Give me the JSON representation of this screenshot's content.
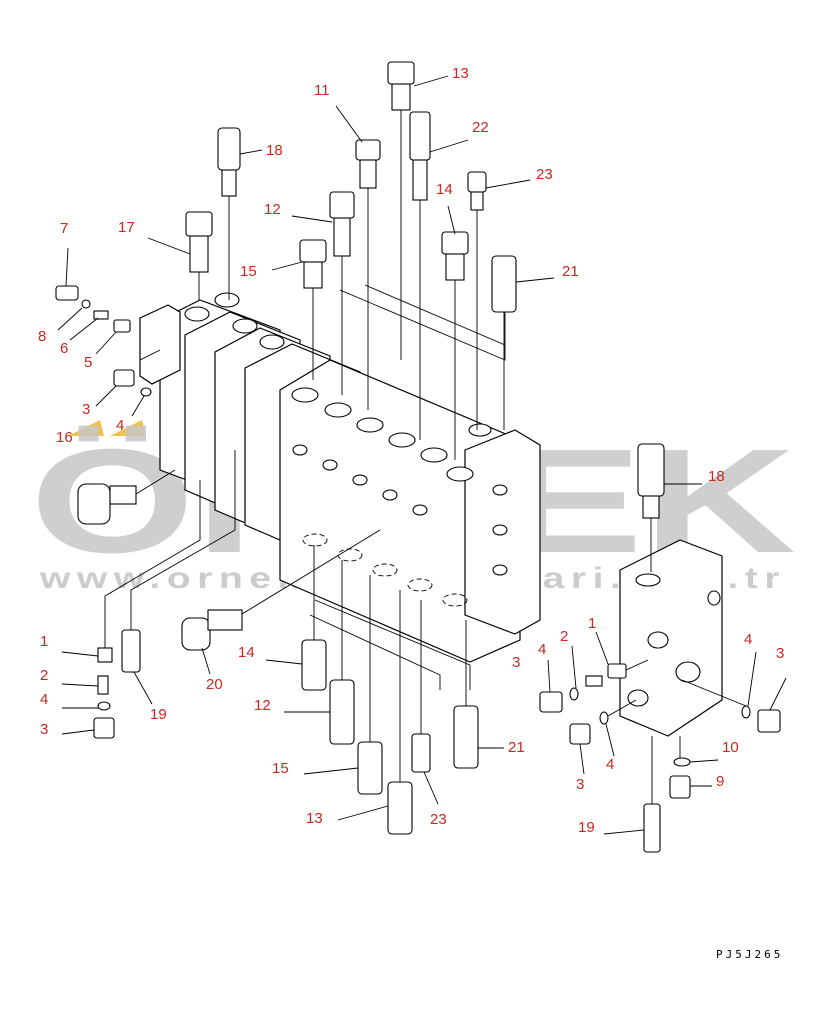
{
  "watermark": {
    "brand": "ÖRNEK",
    "url": "www.ornekismakinalari.com.tr",
    "accent_color": "#f0c24a",
    "text_color": "#c7c7c7"
  },
  "drawing_code": "PJ5J265",
  "label_color": "#c8281e",
  "callouts": [
    {
      "id": "c-13-top",
      "text": "13"
    },
    {
      "id": "c-11",
      "text": "11"
    },
    {
      "id": "c-22",
      "text": "22"
    },
    {
      "id": "c-18-top",
      "text": "18"
    },
    {
      "id": "c-23-top",
      "text": "23"
    },
    {
      "id": "c-12-top",
      "text": "12"
    },
    {
      "id": "c-14-top",
      "text": "14"
    },
    {
      "id": "c-17",
      "text": "17"
    },
    {
      "id": "c-7",
      "text": "7"
    },
    {
      "id": "c-15-top",
      "text": "15"
    },
    {
      "id": "c-21-top",
      "text": "21"
    },
    {
      "id": "c-8",
      "text": "8"
    },
    {
      "id": "c-6",
      "text": "6"
    },
    {
      "id": "c-5",
      "text": "5"
    },
    {
      "id": "c-3-left",
      "text": "3"
    },
    {
      "id": "c-16",
      "text": "16"
    },
    {
      "id": "c-4-left",
      "text": "4"
    },
    {
      "id": "c-18-right",
      "text": "18"
    },
    {
      "id": "c-1-left",
      "text": "1"
    },
    {
      "id": "c-2-left",
      "text": "2"
    },
    {
      "id": "c-4-left-low",
      "text": "4"
    },
    {
      "id": "c-3-left-low",
      "text": "3"
    },
    {
      "id": "c-19-left",
      "text": "19"
    },
    {
      "id": "c-20",
      "text": "20"
    },
    {
      "id": "c-14-low",
      "text": "14"
    },
    {
      "id": "c-12-low",
      "text": "12"
    },
    {
      "id": "c-15-low",
      "text": "15"
    },
    {
      "id": "c-13-low",
      "text": "13"
    },
    {
      "id": "c-23-low",
      "text": "23"
    },
    {
      "id": "c-21-low",
      "text": "21"
    },
    {
      "id": "c-3-mid",
      "text": "3"
    },
    {
      "id": "c-4-mid",
      "text": "4"
    },
    {
      "id": "c-2-mid",
      "text": "2"
    },
    {
      "id": "c-1-mid",
      "text": "1"
    },
    {
      "id": "c-4-right",
      "text": "4"
    },
    {
      "id": "c-3-right",
      "text": "3"
    },
    {
      "id": "c-3-mid-low",
      "text": "3"
    },
    {
      "id": "c-4-mid-low",
      "text": "4"
    },
    {
      "id": "c-10",
      "text": "10"
    },
    {
      "id": "c-9",
      "text": "9"
    },
    {
      "id": "c-19-right",
      "text": "19"
    }
  ]
}
